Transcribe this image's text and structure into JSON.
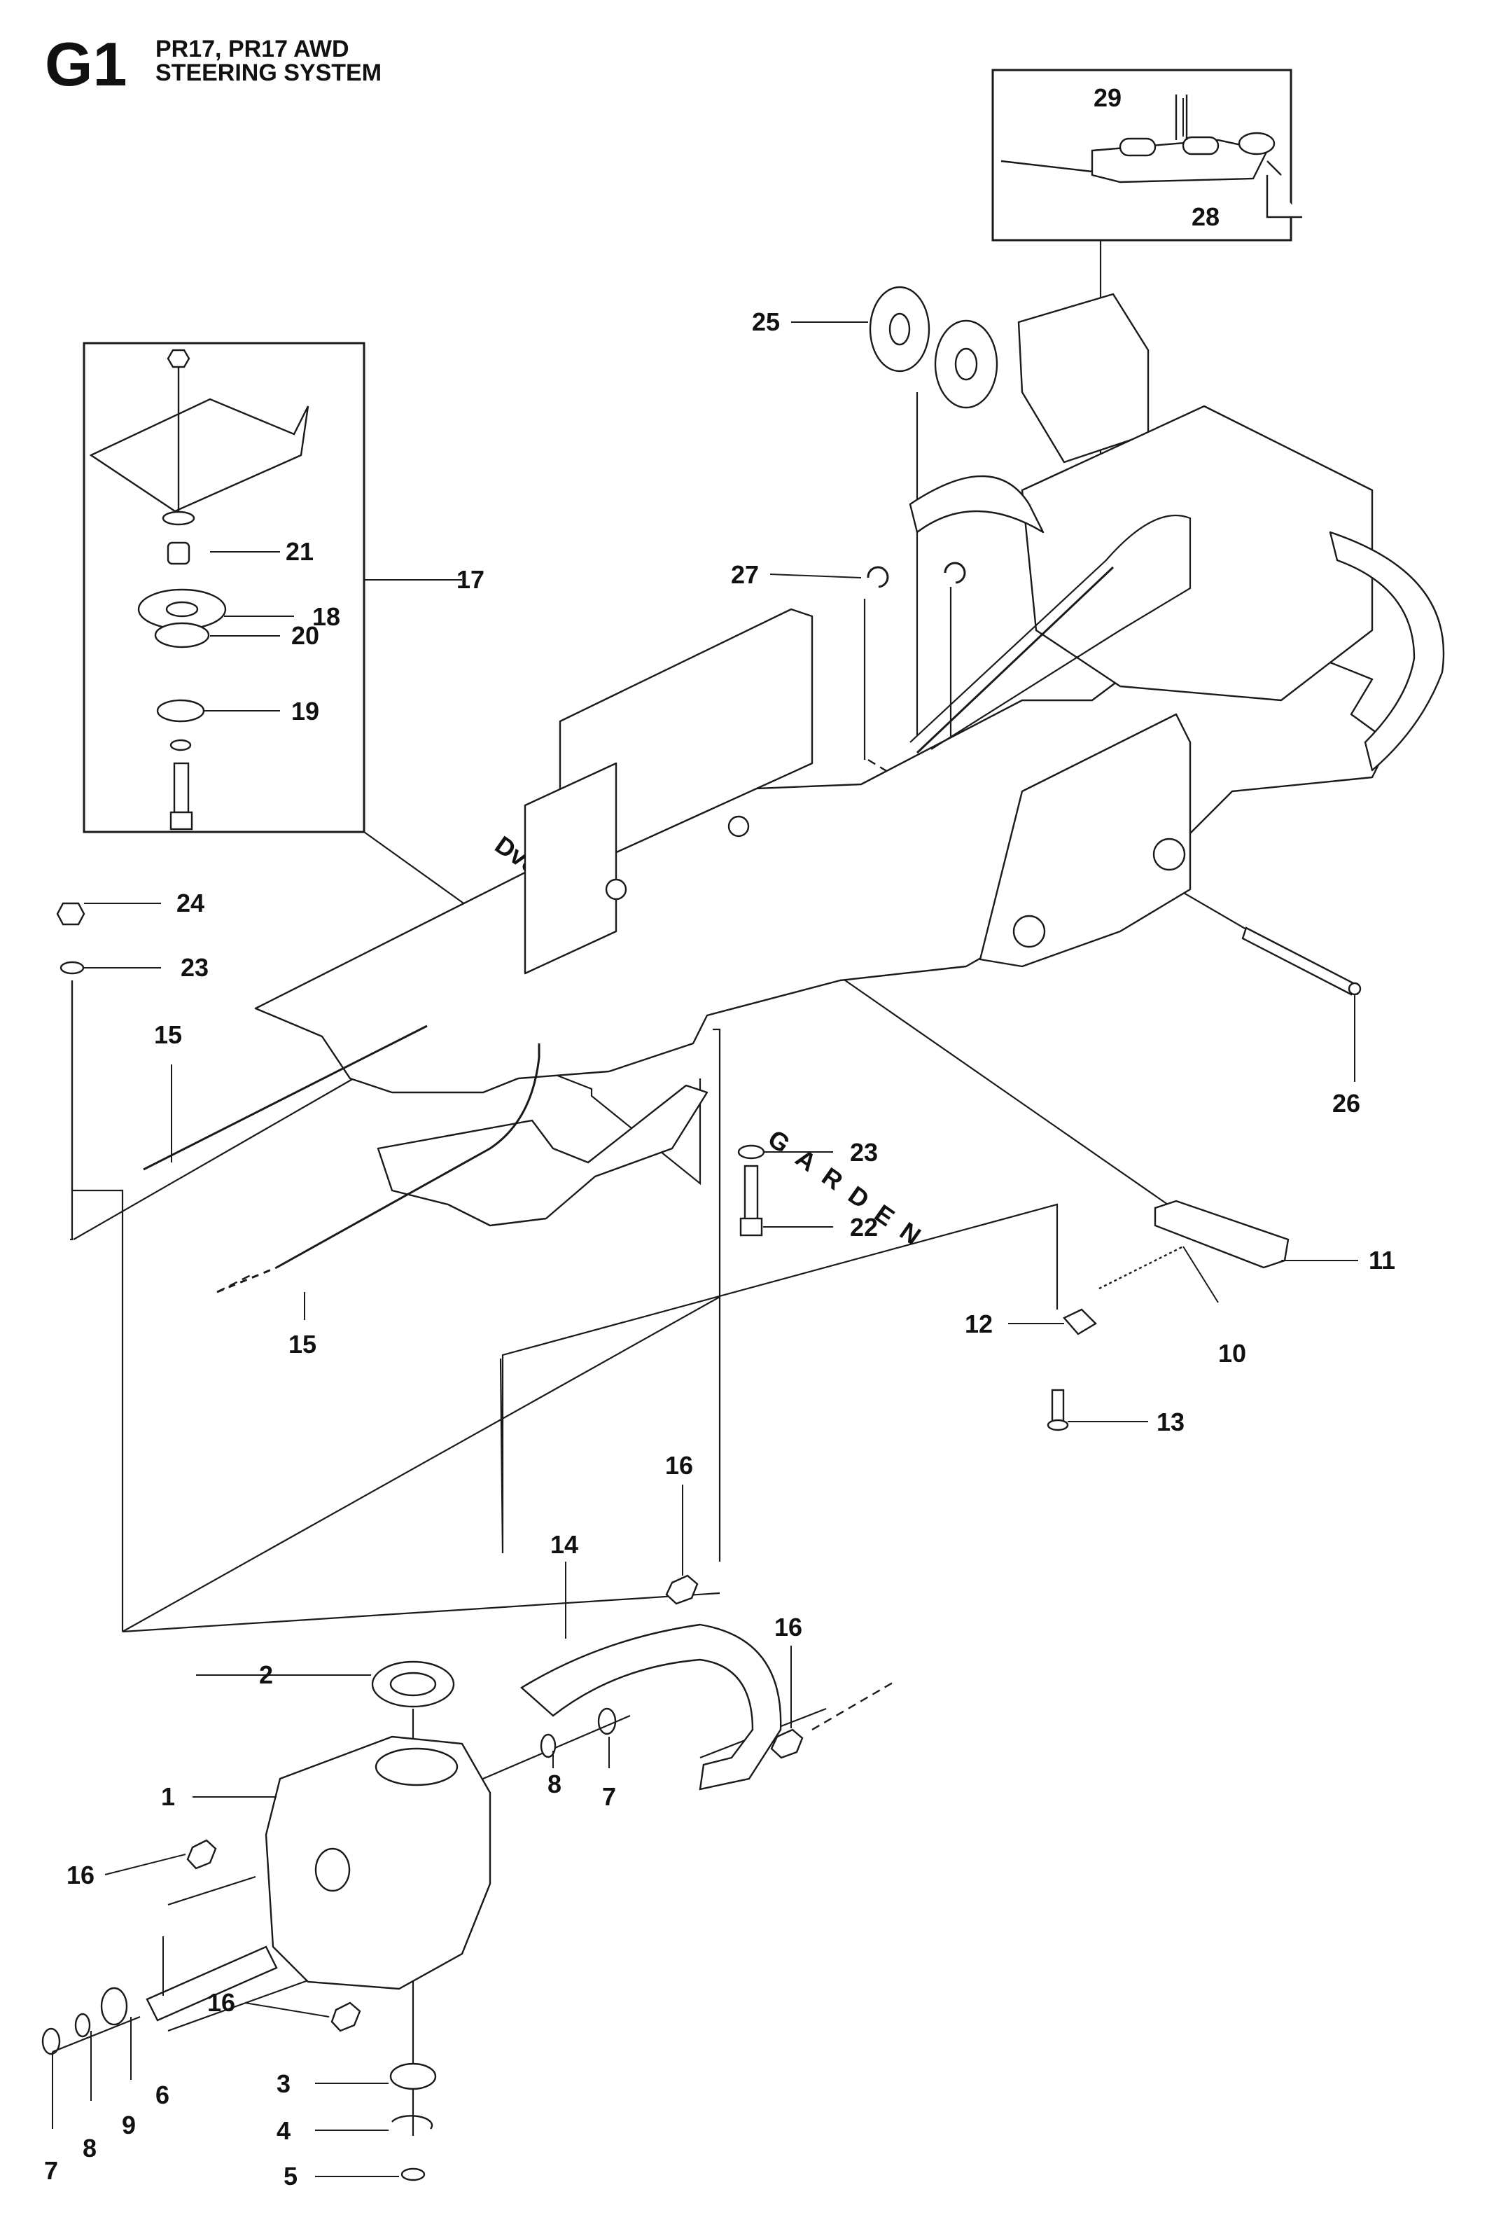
{
  "header": {
    "code": "G1",
    "model_line": "PR17, PR17 AWD",
    "section_title": "STEERING SYSTEM"
  },
  "watermark": {
    "brand": "Dvořáček",
    "subtitle": "GARDEN"
  },
  "parts": [
    {
      "ref": "1"
    },
    {
      "ref": "2"
    },
    {
      "ref": "3"
    },
    {
      "ref": "4"
    },
    {
      "ref": "5"
    },
    {
      "ref": "6"
    },
    {
      "ref": "7"
    },
    {
      "ref": "8"
    },
    {
      "ref": "9"
    },
    {
      "ref": "10"
    },
    {
      "ref": "11"
    },
    {
      "ref": "12"
    },
    {
      "ref": "13"
    },
    {
      "ref": "14"
    },
    {
      "ref": "15"
    },
    {
      "ref": "16"
    },
    {
      "ref": "17"
    },
    {
      "ref": "18"
    },
    {
      "ref": "19"
    },
    {
      "ref": "20"
    },
    {
      "ref": "21"
    },
    {
      "ref": "22"
    },
    {
      "ref": "23"
    },
    {
      "ref": "24"
    },
    {
      "ref": "25"
    },
    {
      "ref": "26"
    },
    {
      "ref": "27"
    },
    {
      "ref": "28"
    },
    {
      "ref": "29"
    }
  ],
  "colors": {
    "line": "#1a1a1a",
    "watermark": "#e6e6e6"
  }
}
